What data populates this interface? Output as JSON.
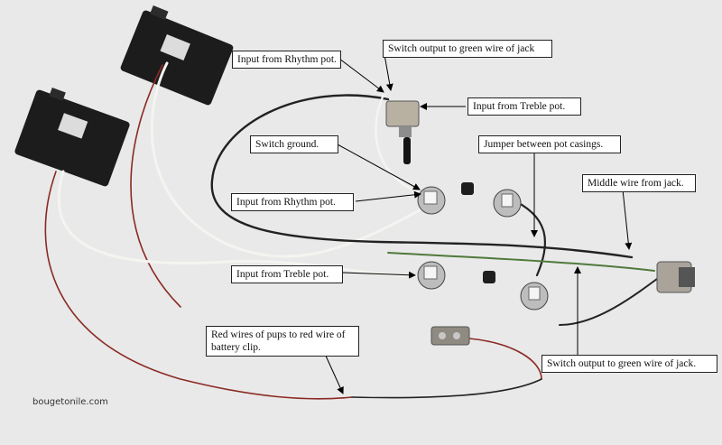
{
  "labels": {
    "rhythm_top": "Input from Rhythm pot.",
    "switch_output_top": "Switch output to green wire of jack",
    "treble_top": "Input from Treble pot.",
    "switch_ground": "Switch ground.",
    "jumper": "Jumper between pot casings.",
    "middle_wire": "Middle wire from jack.",
    "rhythm_mid": "Input from Rhythm pot.",
    "treble_mid": "Input from Treble pot.",
    "red_wires": "Red wires of pups to red wire of battery clip.",
    "switch_output_bottom": "Switch output to green wire of jack."
  },
  "watermark": "bougetonile.com",
  "colors": {
    "background": "#e9e9ea",
    "pickup": "#1c1c1c",
    "wire_white": "#f4f4f0",
    "wire_black": "#222222",
    "wire_red": "#8a2a22",
    "wire_green": "#4f7a3a"
  }
}
